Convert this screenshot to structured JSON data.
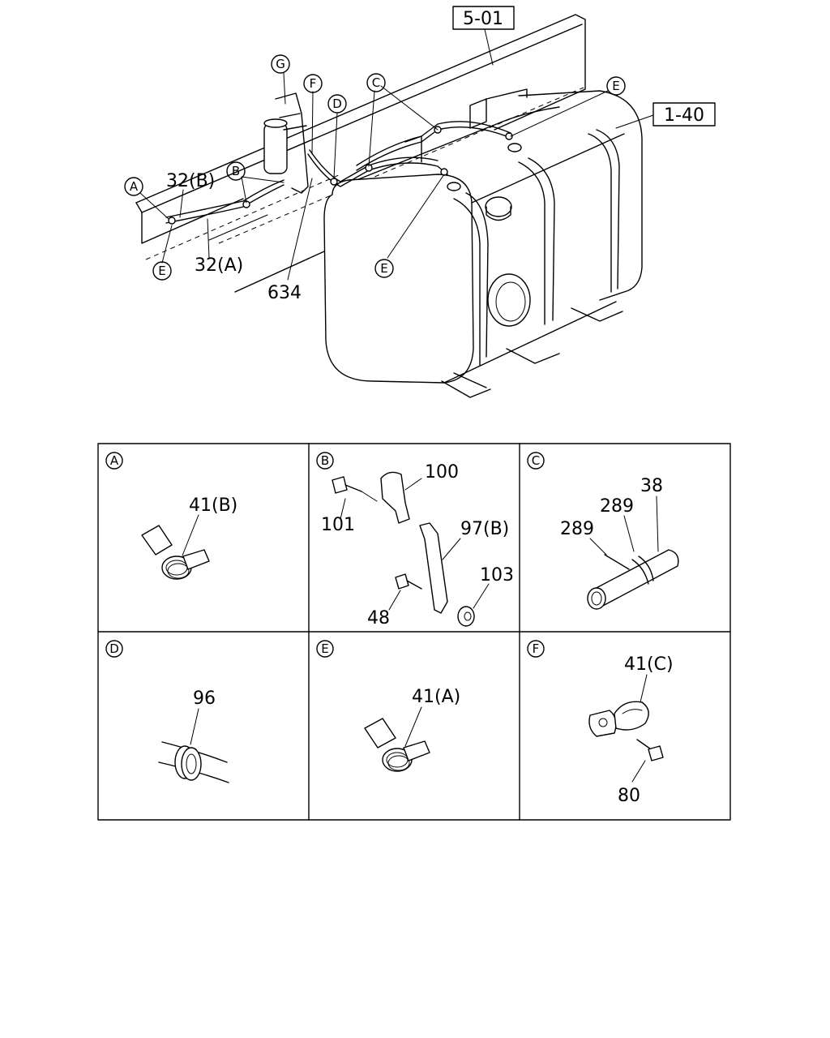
{
  "main_view": {
    "reference_5_01": "5-01",
    "reference_1_40": "1-40",
    "labels": {
      "part_32_b": "32(B)",
      "part_32_a": "32(A)",
      "part_634": "634"
    },
    "callouts": [
      "A",
      "B",
      "C",
      "D",
      "E",
      "F",
      "G"
    ]
  },
  "details": [
    {
      "letter": "A",
      "parts": [
        "41(B)"
      ]
    },
    {
      "letter": "B",
      "parts": [
        "100",
        "101",
        "97(B)",
        "103",
        "48"
      ]
    },
    {
      "letter": "C",
      "parts": [
        "38",
        "289",
        "289"
      ]
    },
    {
      "letter": "D",
      "parts": [
        "96"
      ]
    },
    {
      "letter": "E",
      "parts": [
        "41(A)"
      ]
    },
    {
      "letter": "F",
      "parts": [
        "41(C)",
        "80"
      ]
    }
  ]
}
